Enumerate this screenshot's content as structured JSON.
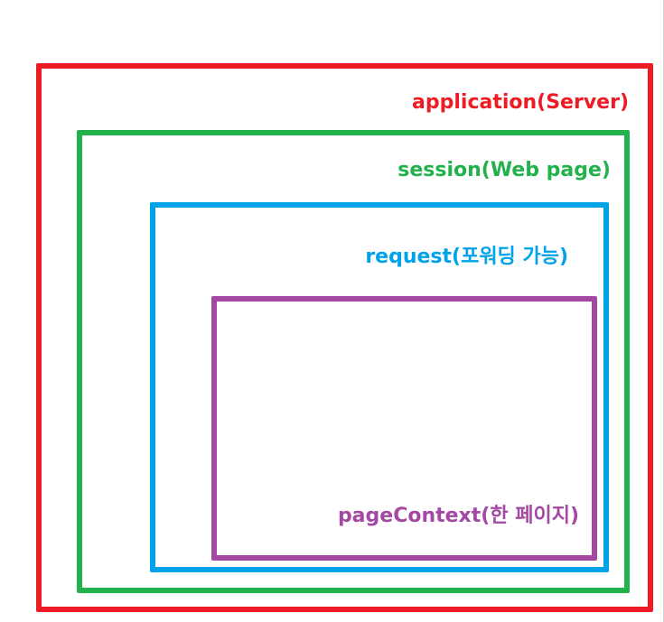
{
  "diagram": {
    "scopes": [
      {
        "id": "application",
        "label": "application(Server)",
        "color": "#ed1c24"
      },
      {
        "id": "session",
        "label": "session(Web page)",
        "color": "#22b14c"
      },
      {
        "id": "request",
        "label": "request(포워딩 가능)",
        "color": "#00a2e8"
      },
      {
        "id": "page",
        "label": "pageContext(한 페이지)",
        "color": "#a349a4"
      }
    ]
  }
}
